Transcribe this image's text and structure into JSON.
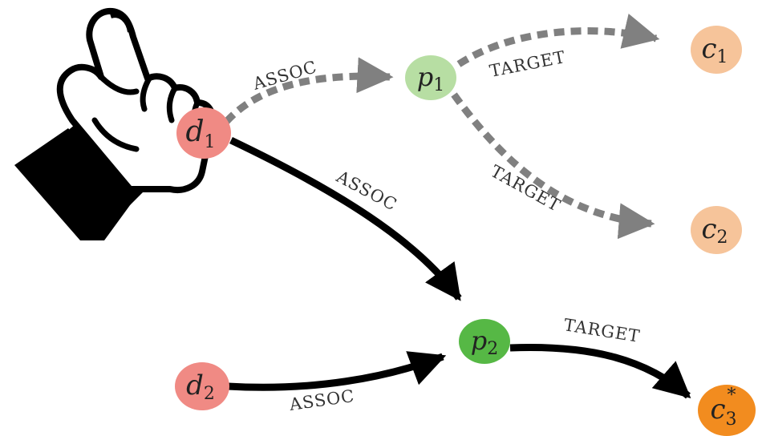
{
  "colors": {
    "document_node": "#f08a84",
    "paper_node_faded": "#b7dea3",
    "paper_node": "#56b845",
    "concept_node_faded": "#f6c49a",
    "concept_node": "#f28c1f",
    "edge_solid": "#000000",
    "edge_dashed": "#808080"
  },
  "icons": {
    "pointer": "pointing-hand-icon"
  },
  "nodes": {
    "d1": {
      "base": "d",
      "sub": "1"
    },
    "d2": {
      "base": "d",
      "sub": "2"
    },
    "p1": {
      "base": "p",
      "sub": "1"
    },
    "p2": {
      "base": "p",
      "sub": "2"
    },
    "c1": {
      "base": "c",
      "sub": "1"
    },
    "c2": {
      "base": "c",
      "sub": "2"
    },
    "c3": {
      "base": "c",
      "sub": "3",
      "sup": "*"
    }
  },
  "edges": {
    "d1_p1": "ASSOC",
    "p1_c1": "TARGET",
    "p1_c2": "TARGET",
    "d1_p2": "ASSOC",
    "d2_p2": "ASSOC",
    "p2_c3": "TARGET"
  }
}
